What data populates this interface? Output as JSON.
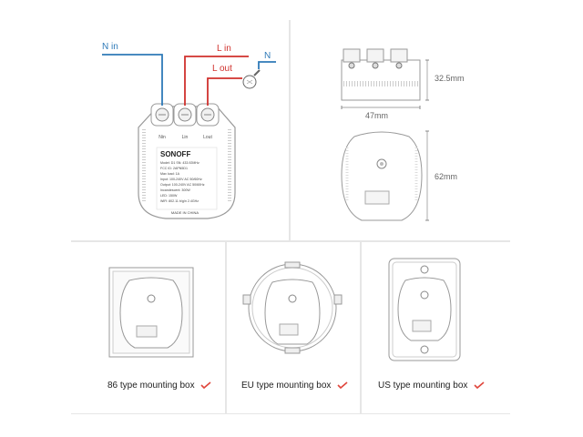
{
  "wiring": {
    "n_in": "N in",
    "l_in": "L in",
    "l_out": "L out",
    "n": "N",
    "terminal_n": "Nin",
    "terminal_l": "Lin",
    "terminal_lout": "Lout",
    "brand": "SONOFF",
    "made_in": "MADE IN CHINA",
    "spec_lines": [
      "Model: D1    SN: 433.92MHz",
      "FCC ID: 2APN5D1",
      "Max load: 1A",
      "Input: 100-240V AC 50/60Hz",
      "Output: 100-240V AC 50/60Hz",
      "Incandescent: 300W",
      "LED: 150W",
      "WiFi: 802.11 b/g/n 2.4GHz"
    ],
    "wire_colors": {
      "neutral": "#2f7ab8",
      "live": "#d0312d"
    }
  },
  "dimensions": {
    "height": "32.5mm",
    "width": "47mm",
    "depth": "62mm"
  },
  "mounting_boxes": [
    {
      "label": "86 type mounting box"
    },
    {
      "label": "EU type mounting box"
    },
    {
      "label": "US type mounting box"
    }
  ],
  "accent_color": "#e0463c"
}
